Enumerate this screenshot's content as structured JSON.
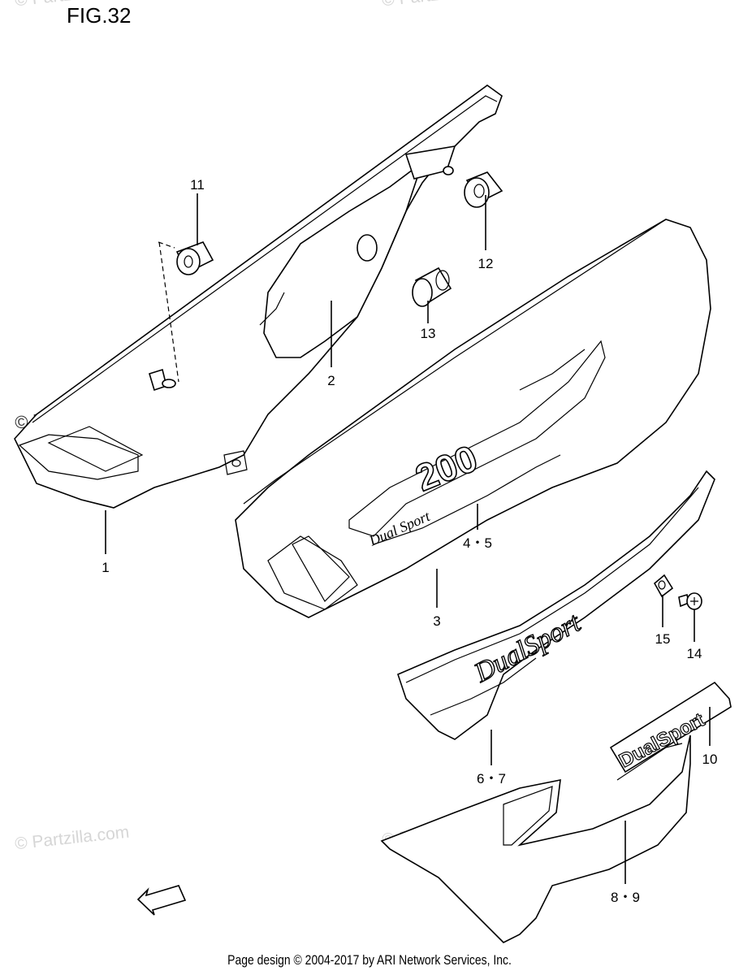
{
  "figure": {
    "title": "FIG.32"
  },
  "watermarks": {
    "main": "© Partzilla.com",
    "faint": "© Partzilla.com"
  },
  "decals": {
    "cover_model": "200",
    "cover_script": "Dual Sport",
    "large_decal": "DualSport",
    "small_emblem": "DualSport"
  },
  "fwd_arrow": "FWD",
  "callouts": {
    "c1": "1",
    "c2": "2",
    "c3": "3",
    "c45": "4・5",
    "c67": "6・7",
    "c89": "8・9",
    "c10": "10",
    "c11": "11",
    "c12": "12",
    "c13": "13",
    "c14": "14",
    "c15": "15"
  },
  "footer": "Page design © 2004-2017 by ARI Network Services, Inc."
}
